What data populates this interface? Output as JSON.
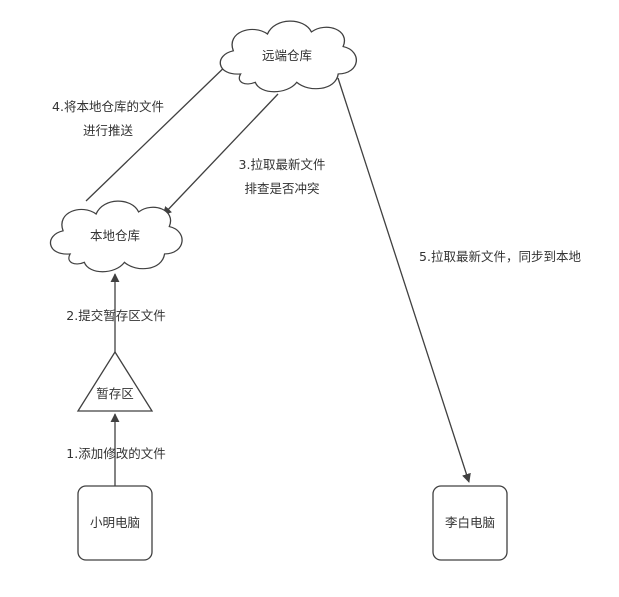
{
  "nodes": {
    "remote_repo": "远端仓库",
    "local_repo": "本地仓库",
    "staging_area": "暂存区",
    "xiaoming_pc": "小明电脑",
    "libai_pc": "李白电脑"
  },
  "edges": {
    "step1": "1.添加修改的文件",
    "step2": "2.提交暂存区文件",
    "step3_line1": "3.拉取最新文件",
    "step3_line2": "排查是否冲突",
    "step4_line1": "4.将本地仓库的文件",
    "step4_line2": "进行推送",
    "step5": "5.拉取最新文件，同步到本地"
  },
  "colors": {
    "stroke": "#404040",
    "text": "#333333",
    "background": "#ffffff"
  }
}
